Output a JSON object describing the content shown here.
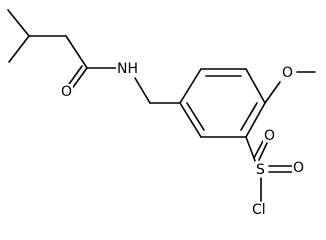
{
  "molecule": {
    "atoms": {
      "O_carbonyl": "O",
      "N_amide": "NH",
      "O_methoxy": "O",
      "S": "S",
      "O_sulfonyl_upper": "O",
      "O_sulfonyl_right": "O",
      "Cl": "Cl"
    }
  },
  "colors": {
    "bond": "#000000",
    "label": "#000000",
    "background": "#ffffff"
  }
}
